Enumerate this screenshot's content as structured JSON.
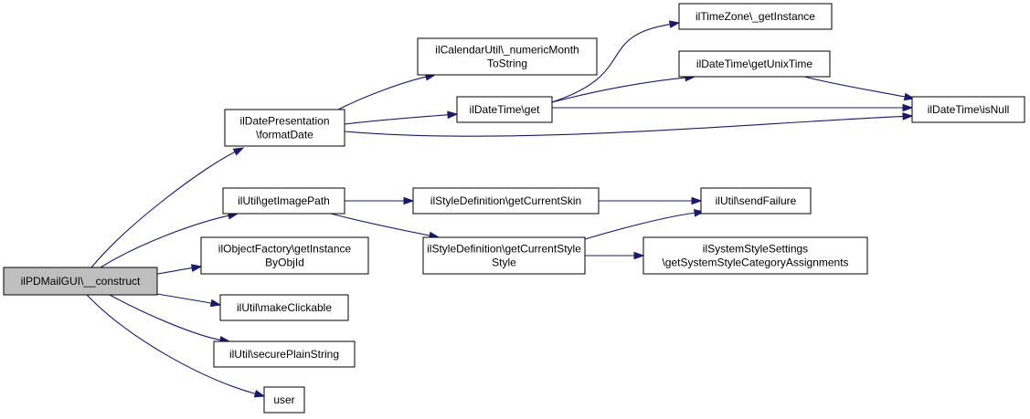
{
  "graph": {
    "colors": {
      "edge": "#191970",
      "root_fill": "#bfbfbf",
      "node_fill": "#ffffff",
      "border": "#000000"
    },
    "nodes": [
      {
        "id": "construct",
        "lines": [
          "ilPDMailGUI\\__construct"
        ],
        "root": true
      },
      {
        "id": "formatDate",
        "lines": [
          "ilDatePresentation",
          "\\formatDate"
        ]
      },
      {
        "id": "getImagePath",
        "lines": [
          "ilUtil\\getImagePath"
        ]
      },
      {
        "id": "getInstanceByObjId",
        "lines": [
          "ilObjectFactory\\getInstance",
          "ByObjId"
        ]
      },
      {
        "id": "makeClickable",
        "lines": [
          "ilUtil\\makeClickable"
        ]
      },
      {
        "id": "securePlainString",
        "lines": [
          "ilUtil\\securePlainString"
        ]
      },
      {
        "id": "user",
        "lines": [
          "user"
        ]
      },
      {
        "id": "numericMonth",
        "lines": [
          "ilCalendarUtil\\_numericMonth",
          "ToString"
        ]
      },
      {
        "id": "dtGet",
        "lines": [
          "ilDateTime\\get"
        ]
      },
      {
        "id": "getCurrentSkin",
        "lines": [
          "ilStyleDefinition\\getCurrentSkin"
        ]
      },
      {
        "id": "getCurrentStyle",
        "lines": [
          "ilStyleDefinition\\getCurrentStyle",
          "Style"
        ]
      },
      {
        "id": "tzGetInstance",
        "lines": [
          "ilTimeZone\\_getInstance"
        ]
      },
      {
        "id": "getUnixTime",
        "lines": [
          "ilDateTime\\getUnixTime"
        ]
      },
      {
        "id": "isNull",
        "lines": [
          "ilDateTime\\isNull"
        ]
      },
      {
        "id": "sendFailure",
        "lines": [
          "ilUtil\\sendFailure"
        ]
      },
      {
        "id": "sysStyle",
        "lines": [
          "ilSystemStyleSettings",
          "\\getSystemStyleCategoryAssignments"
        ]
      }
    ],
    "edges": [
      [
        "construct",
        "formatDate"
      ],
      [
        "construct",
        "getImagePath"
      ],
      [
        "construct",
        "getInstanceByObjId"
      ],
      [
        "construct",
        "makeClickable"
      ],
      [
        "construct",
        "securePlainString"
      ],
      [
        "construct",
        "user"
      ],
      [
        "formatDate",
        "numericMonth"
      ],
      [
        "formatDate",
        "dtGet"
      ],
      [
        "formatDate",
        "isNull"
      ],
      [
        "dtGet",
        "tzGetInstance"
      ],
      [
        "dtGet",
        "getUnixTime"
      ],
      [
        "dtGet",
        "isNull"
      ],
      [
        "getUnixTime",
        "isNull"
      ],
      [
        "getImagePath",
        "getCurrentSkin"
      ],
      [
        "getImagePath",
        "getCurrentStyle"
      ],
      [
        "getCurrentSkin",
        "sendFailure"
      ],
      [
        "getCurrentStyle",
        "sendFailure"
      ],
      [
        "getCurrentStyle",
        "sysStyle"
      ]
    ]
  }
}
